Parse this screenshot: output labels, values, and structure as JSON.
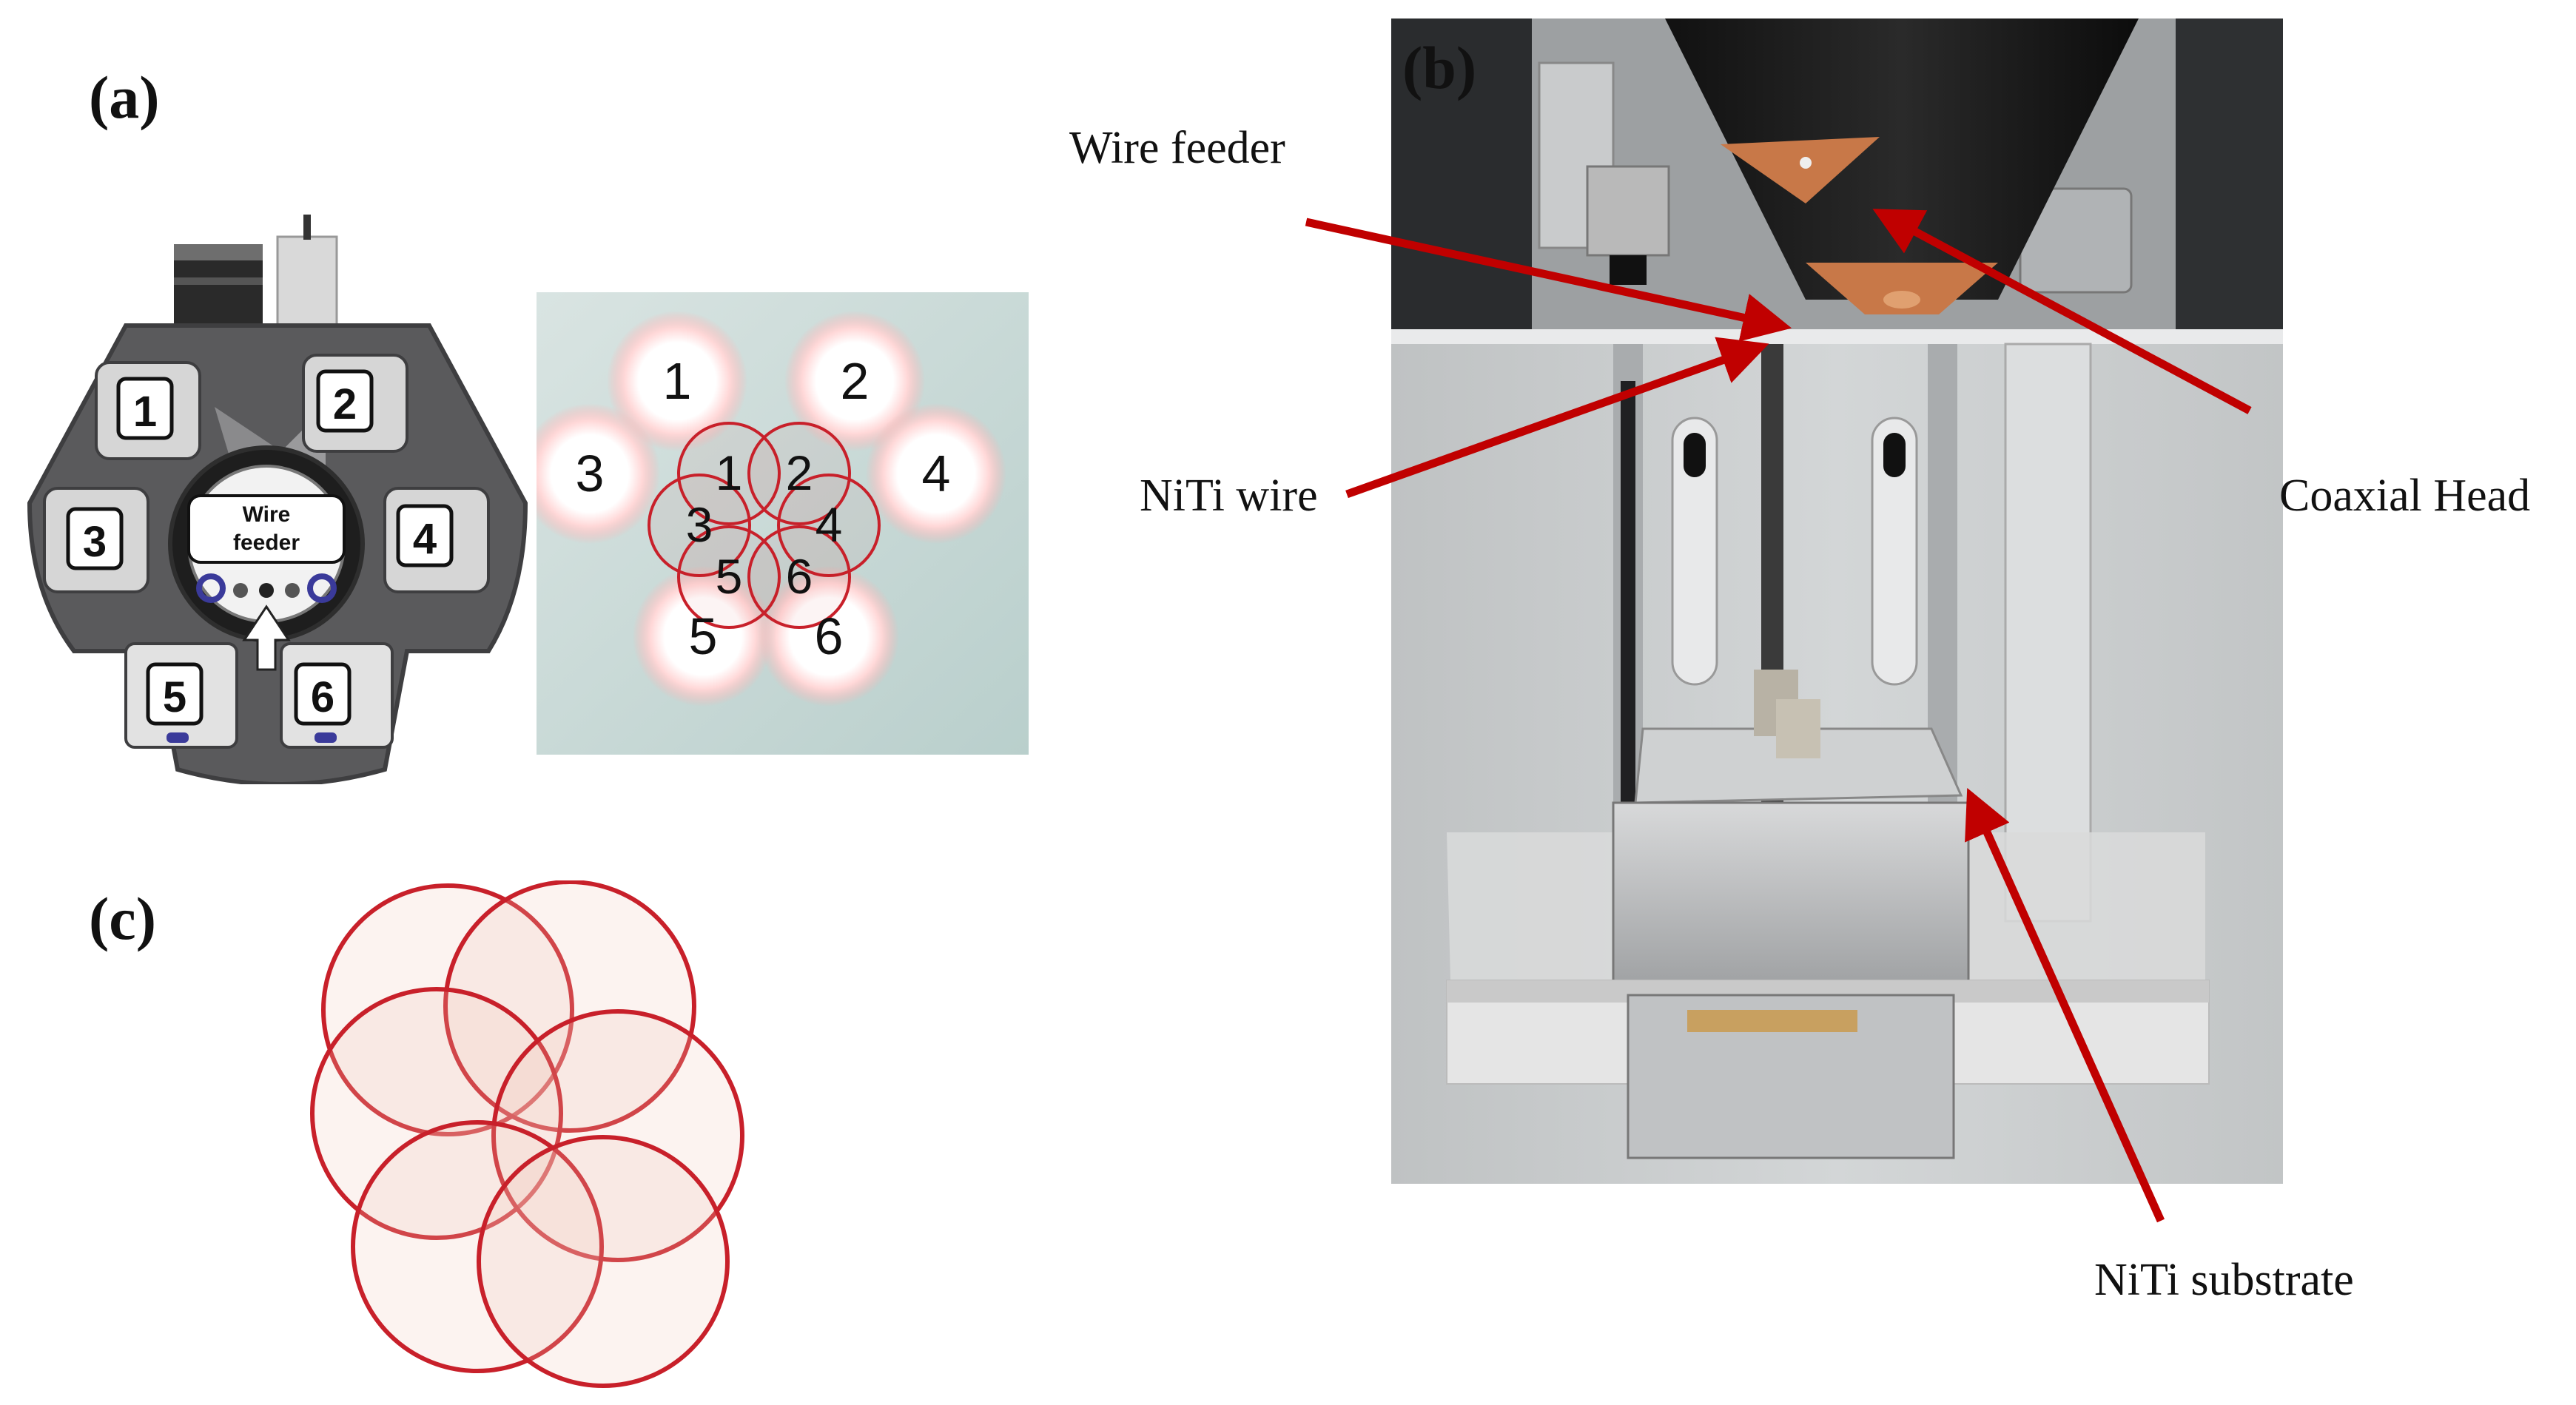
{
  "panels": {
    "a": {
      "label": "(a)"
    },
    "b": {
      "label": "(b)"
    },
    "c": {
      "label": "(c)"
    }
  },
  "head_schematic": {
    "center_label_line1": "Wire",
    "center_label_line2": "feeder",
    "laser_numbers": [
      "1",
      "2",
      "3",
      "4",
      "5",
      "6"
    ]
  },
  "spot_pattern": {
    "outer_labels": [
      "1",
      "2",
      "3",
      "4",
      "5",
      "6"
    ],
    "inner_labels": [
      "1",
      "2",
      "3",
      "4",
      "5",
      "6"
    ]
  },
  "photo_callouts": {
    "wire_feeder": "Wire feeder",
    "niti_wire": "NiTi wire",
    "coaxial_head": "Coaxial Head",
    "niti_substrate": "NiTi substrate"
  },
  "colors": {
    "arrow_red": "#c00000",
    "circle_red": "#c8202a",
    "copper": "#c87848",
    "chassis_gray": "#5a5a5c"
  }
}
